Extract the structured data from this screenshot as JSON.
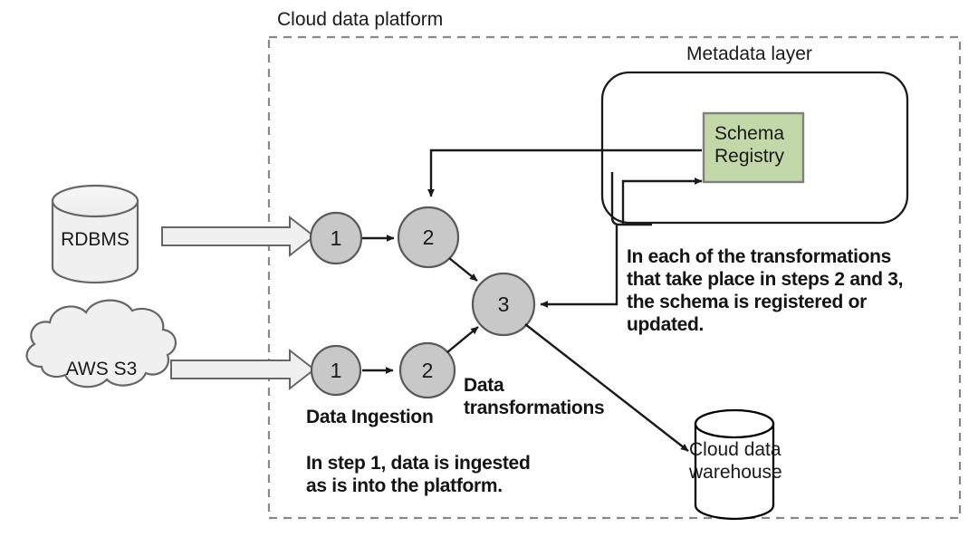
{
  "diagram": {
    "title": "Cloud data platform",
    "type": "architecture-flow",
    "boundaries": [
      {
        "id": "cloud-data-platform",
        "label": "Cloud data platform",
        "style": "dashed",
        "stroke": "#888888"
      },
      {
        "id": "metadata-layer",
        "label": "Metadata layer",
        "style": "rounded-solid",
        "stroke": "#1a1a1a"
      }
    ],
    "sources": [
      {
        "id": "rdbms",
        "label": "RDBMS",
        "shape": "cylinder",
        "fill": "#f0f0f0",
        "stroke": "#666666"
      },
      {
        "id": "aws-s3",
        "label": "AWS S3",
        "shape": "cloud",
        "fill": "#f0f0f0",
        "stroke": "#666666"
      }
    ],
    "sinks": [
      {
        "id": "cloud-data-warehouse",
        "label": "Cloud data\nwarehouse",
        "line1": "Cloud data",
        "line2": "warehouse",
        "shape": "cylinder",
        "fill": "#ffffff",
        "stroke": "#000000"
      }
    ],
    "components": [
      {
        "id": "schema-registry",
        "label": "Schema\nRegistry",
        "line1": "Schema",
        "line2": "Registry",
        "shape": "rect",
        "fill": "#c3d8a8",
        "stroke": "#808080"
      }
    ],
    "pipelines": [
      {
        "id": "rdbms-pipeline",
        "source": "rdbms",
        "steps": [
          "1",
          "2"
        ]
      },
      {
        "id": "s3-pipeline",
        "source": "aws-s3",
        "steps": [
          "1",
          "2"
        ]
      }
    ],
    "shared_steps": [
      "3"
    ],
    "step_labels": {
      "rdbms_step_1": "1",
      "rdbms_step_2": "2",
      "s3_step_1": "1",
      "s3_step_2": "2",
      "merge_step_3": "3"
    },
    "annotations": [
      {
        "id": "schema-note",
        "lines": [
          "In each of the transformations",
          "that take place in steps 2 and 3,",
          "the schema is registered or",
          "updated."
        ]
      },
      {
        "id": "data-ingestion-label",
        "lines": [
          "Data Ingestion"
        ]
      },
      {
        "id": "data-transformations-label",
        "lines": [
          "Data",
          "transformations"
        ]
      },
      {
        "id": "ingestion-note",
        "lines": [
          "In step 1, data is ingested",
          "as is into the platform."
        ]
      }
    ],
    "colors": {
      "node_fill": "#c8c8c8",
      "node_stroke": "#595959",
      "schema_fill": "#c3d8a8",
      "schema_stroke": "#808080",
      "source_fill": "#f0f0f0",
      "source_stroke": "#666666",
      "line": "#1a1a1a",
      "dashed_boundary": "#888888",
      "text": "#1a1a1a"
    }
  }
}
